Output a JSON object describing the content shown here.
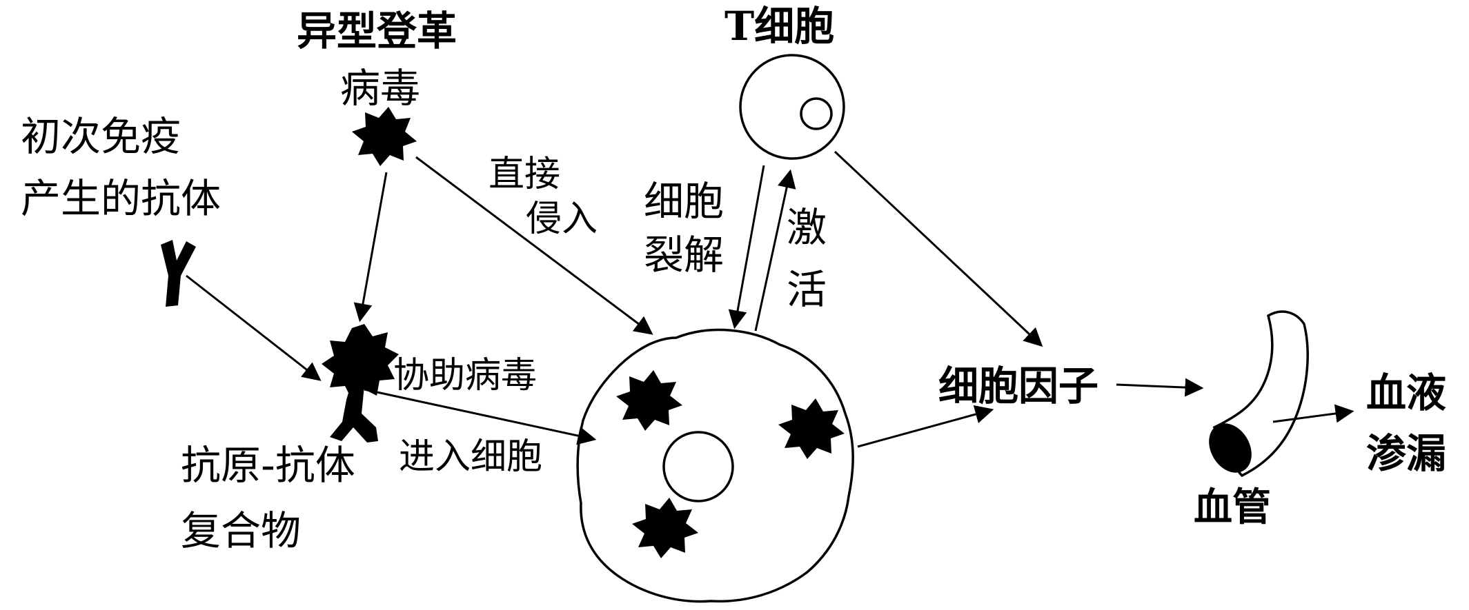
{
  "labels": {
    "dengue_virus": [
      "异型登革",
      "病毒"
    ],
    "t_cell": "T细胞",
    "primary_antibody": [
      "初次免疫",
      "产生的抗体"
    ],
    "direct_entry": [
      "直接",
      "侵入"
    ],
    "cell_lysis": [
      "细胞",
      "裂解"
    ],
    "activation": [
      "激",
      "活"
    ],
    "assist_entry": [
      "协助病毒",
      "进入细胞"
    ],
    "complex": [
      "抗原-抗体",
      "复合物"
    ],
    "cytokine": "细胞因子",
    "vessel": "血管",
    "leakage": [
      "血液",
      "渗漏"
    ]
  },
  "colors": {
    "ink": "#000000",
    "background": "#ffffff"
  }
}
